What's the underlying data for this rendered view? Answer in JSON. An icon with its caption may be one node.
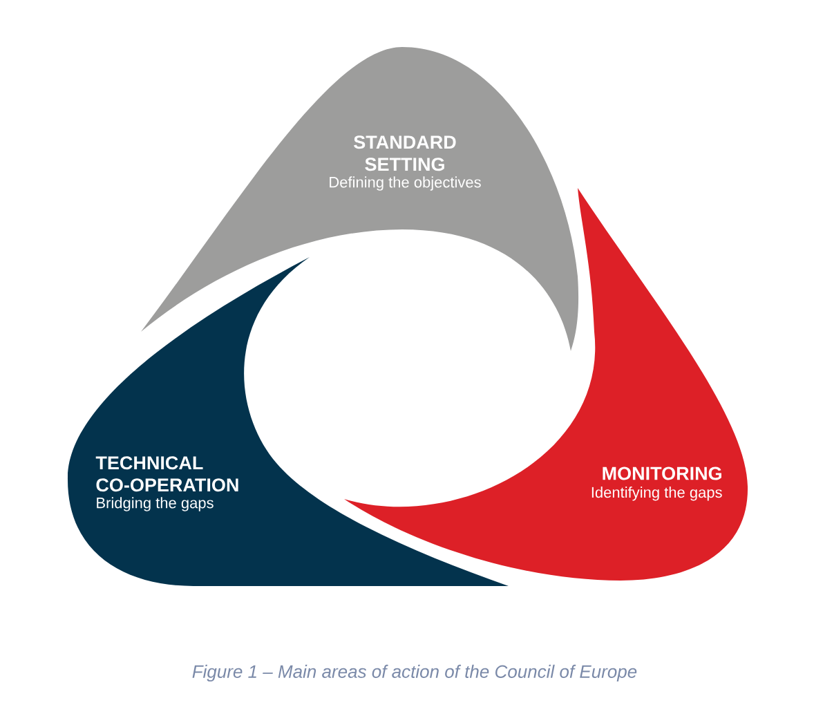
{
  "diagram": {
    "caption": "Figure 1 – Main areas of action of the Council of Europe",
    "nodes": [
      {
        "text": [
          "STANDARD SETTING",
          "Defining the objectives"
        ]
      },
      {
        "text": [
          "MONITORING",
          "Identifying the gaps"
        ]
      },
      {
        "text": [
          "TECHNICAL CO-OPERATION",
          "Bridging the gaps"
        ]
      }
    ]
  }
}
